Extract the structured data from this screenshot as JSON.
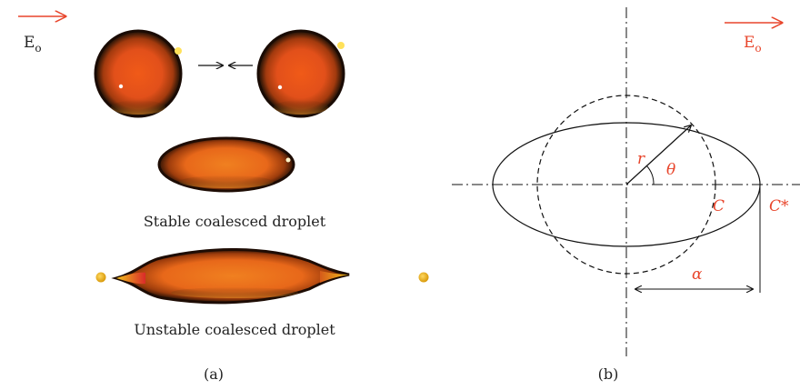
{
  "panel_a": {
    "field_label": "E",
    "field_subscript": "o",
    "stable_caption": "Stable coalesced droplet",
    "unstable_caption": "Unstable coalesced droplet",
    "panel_label": "(a)"
  },
  "panel_b": {
    "field_label": "E",
    "field_subscript": "o",
    "radius_label": "r",
    "angle_label": "θ",
    "circle_label": "C",
    "ellipse_label": "C*",
    "semi_axis_label": "α",
    "panel_label": "(b)"
  },
  "colors": {
    "accent_red": "#e8452b",
    "droplet_orange": "#e85a14",
    "droplet_dark": "#3a1a08"
  }
}
